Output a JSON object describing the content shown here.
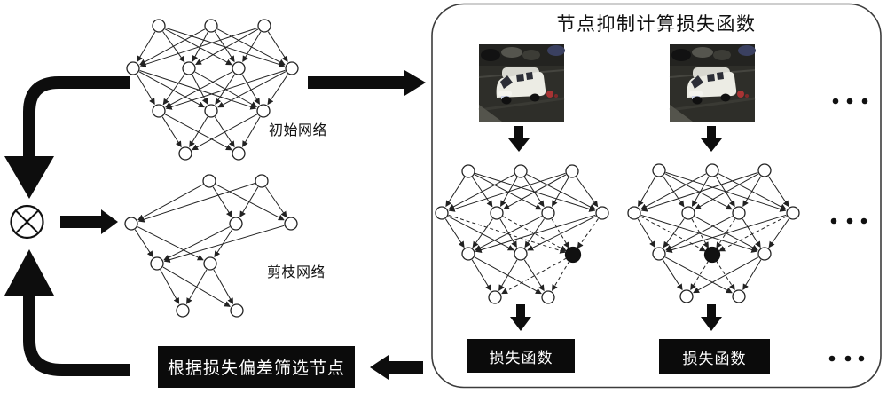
{
  "diagram": {
    "left_flow": {
      "initial_network_label": "初始网络",
      "pruned_network_label": "剪枝网络",
      "multiply_icon": "circle-cross",
      "filter_box_label": "根据损失偏差筛选节点"
    },
    "panel": {
      "title": "节点抑制计算损失函数",
      "loss_box_labels": [
        "损失函数",
        "损失函数"
      ],
      "ellipsis_rows": 3
    },
    "networks": {
      "initial": {
        "label": "初始网络",
        "layers": [
          3,
          4,
          3,
          2
        ]
      },
      "pruned": {
        "label": "剪枝网络",
        "layers": [
          2,
          3,
          2,
          2
        ]
      },
      "suppressed_copies": [
        {
          "layers": [
            3,
            4,
            3,
            2
          ],
          "suppressed_node": "layer-3-node-3"
        },
        {
          "layers": [
            3,
            4,
            3,
            2
          ],
          "suppressed_node": "layer-3-node-2"
        }
      ]
    },
    "colors": {
      "ink": "#1a1a1a",
      "panel_border": "#3c3c3c",
      "box_background": "#0b0b0b",
      "box_text": "#ffffff",
      "van_red": "#a83434"
    }
  }
}
